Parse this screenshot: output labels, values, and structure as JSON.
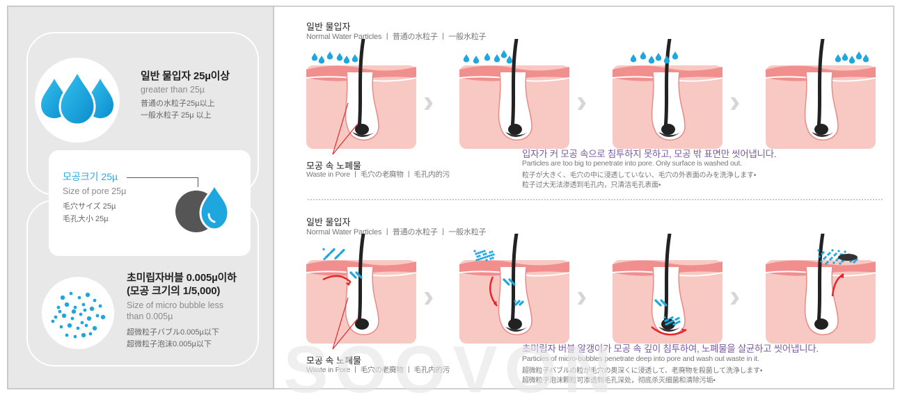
{
  "left": {
    "normal": {
      "title": "일반 물입자 25µ이상",
      "en": "greater than 25µ",
      "jp": "普通の水粒子25µ以上",
      "cn": "一般水粒子 25µ 以上"
    },
    "pore": {
      "title": "모공크기 25µ",
      "en": "Size of pore 25µ",
      "jp": "毛穴サイズ 25µ",
      "cn": "毛孔大小 25µ"
    },
    "micro": {
      "title_line1": "초미립자버블 0.005µ이하",
      "title_line2": "(모공 크기의 1/5,000)",
      "en_line1": "Size of micro bubble less",
      "en_line2": "than 0.005µ",
      "jp": "超微粒子バブル0.005µ以下",
      "cn": "超微粒子泡沫0.005µ以下"
    }
  },
  "top_section": {
    "title": "일반 물입자",
    "subtitle": "Normal Water Particles  ㅣ 普通の水粒子  ㅣ 一般水粒子",
    "waste_title": "모공 속 노폐물",
    "waste_sub": "Waste in Pore  ㅣ 毛穴の老廃物  ㅣ 毛孔内的污",
    "desc_kr": "입자가 커 모공 속으로 침투하지 못하고, 모공 밖 표면만 씻어냅니다.",
    "desc_en": "Particles are too big to penetrate into pore. Only surface is washed out.",
    "desc_jp": "粒子が大きく、毛穴の中に浸透していない、毛穴の外表面のみを洗浄します•",
    "desc_cn": "粒子过大无法渗透到毛孔内，只清洁毛孔表面•"
  },
  "bottom_section": {
    "title": "일반 물입자",
    "subtitle": "Normal Water Particles  ㅣ 普通の水粒子  ㅣ 一般水粒子",
    "waste_title": "모공 속 노폐물",
    "waste_sub": "Waste in Pore  ㅣ 毛穴の老廃物  ㅣ 毛孔内的污",
    "desc_kr": "초미립자 버블 알갱이가 모공 속 깊이 침투하여, 노폐물을 살균하고 씻어냅니다.",
    "desc_en": "Particles of micro-bubbles penetrate deep into pore and wash out waste in it.",
    "desc_jp": "超微粒子バブルの粒が毛穴の奥深くに浸透して、老廃物を殺菌して洗浄します•",
    "desc_cn": "超微粒子泡沫颗粒可渗透到毛孔深处，彻底杀灭细菌和清除污垢•"
  },
  "colors": {
    "water_blue": "#1ea6df",
    "skin_pink": "#f7c9c2",
    "skin_edge": "#e98a86",
    "purple_text": "#7b5aa6",
    "arrow_red": "#e5262c"
  },
  "watermark_text": "SOOVON"
}
